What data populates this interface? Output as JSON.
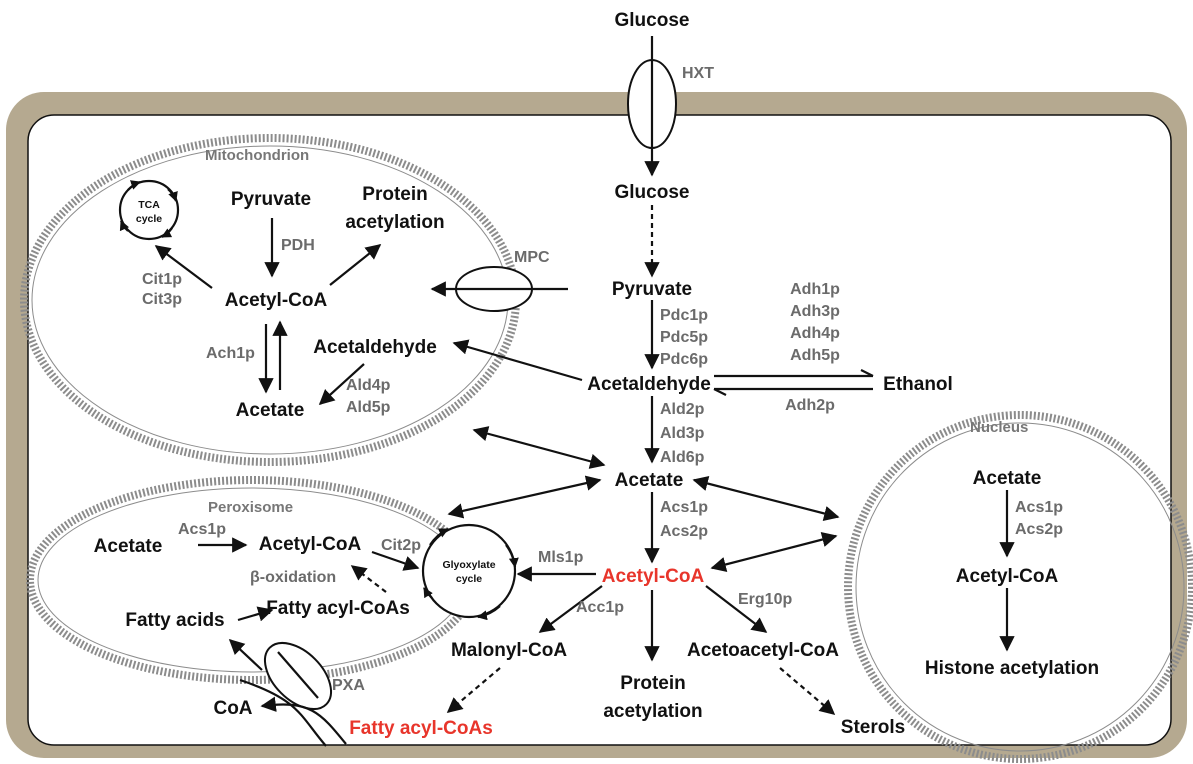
{
  "labels": {
    "glucose_ext": "Glucose",
    "hxt": "HXT",
    "glucose_in": "Glucose",
    "pyruvate": "Pyruvate",
    "mpc": "MPC",
    "mitochondrion": "Mitochondrion",
    "mito_pyruvate": "Pyruvate",
    "mito_protein_acetylation_1": "Protein",
    "mito_protein_acetylation_2": "acetylation",
    "pdh": "PDH",
    "tca_1": "TCA",
    "tca_2": "cycle",
    "cit1p": "Cit1p",
    "cit3p": "Cit3p",
    "mito_acetyl_coa": "Acetyl-CoA",
    "ach1p": "Ach1p",
    "mito_acetaldehyde": "Acetaldehyde",
    "ald4p": "Ald4p",
    "ald5p": "Ald5p",
    "mito_acetate": "Acetate",
    "pdc1p": "Pdc1p",
    "pdc5p": "Pdc5p",
    "pdc6p": "Pdc6p",
    "adh1p": "Adh1p",
    "adh3p": "Adh3p",
    "adh4p": "Adh4p",
    "adh5p": "Adh5p",
    "acetaldehyde": "Acetaldehyde",
    "ethanol": "Ethanol",
    "adh2p": "Adh2p",
    "ald2p": "Ald2p",
    "ald3p": "Ald3p",
    "ald6p": "Ald6p",
    "acetate": "Acetate",
    "nucleus": "Nucleus",
    "nuc_acetate": "Acetate",
    "nuc_acs1p": "Acs1p",
    "nuc_acs2p": "Acs2p",
    "nuc_acetyl_coa": "Acetyl-CoA",
    "histone_acetylation": "Histone acetylation",
    "peroxisome": "Peroxisome",
    "per_acetate": "Acetate",
    "per_acs1p": "Acs1p",
    "per_acetyl_coa": "Acetyl-CoA",
    "cit2p": "Cit2p",
    "beta_oxidation": "β-oxidation",
    "fatty_acyl_coas_per": "Fatty acyl-CoAs",
    "fatty_acids": "Fatty acids",
    "glyox_1": "Glyoxylate",
    "glyox_2": "cycle",
    "mls1p": "Mls1p",
    "acs1p": "Acs1p",
    "acs2p": "Acs2p",
    "acetyl_coa": "Acetyl-CoA",
    "acc1p": "Acc1p",
    "erg10p": "Erg10p",
    "malonyl_coa": "Malonyl-CoA",
    "acetoacetyl_coa": "Acetoacetyl-CoA",
    "protein_acetylation_1": "Protein",
    "protein_acetylation_2": "acetylation",
    "sterols": "Sterols",
    "pxa": "PXA",
    "coa": "CoA",
    "fatty_acyl_coas": "Fatty acyl-CoAs"
  },
  "colors": {
    "cell_wall": "#b5a990",
    "highlight": "#e8352b",
    "enzyme": "#6b6b6b",
    "membrane": "#8c8c8c"
  }
}
